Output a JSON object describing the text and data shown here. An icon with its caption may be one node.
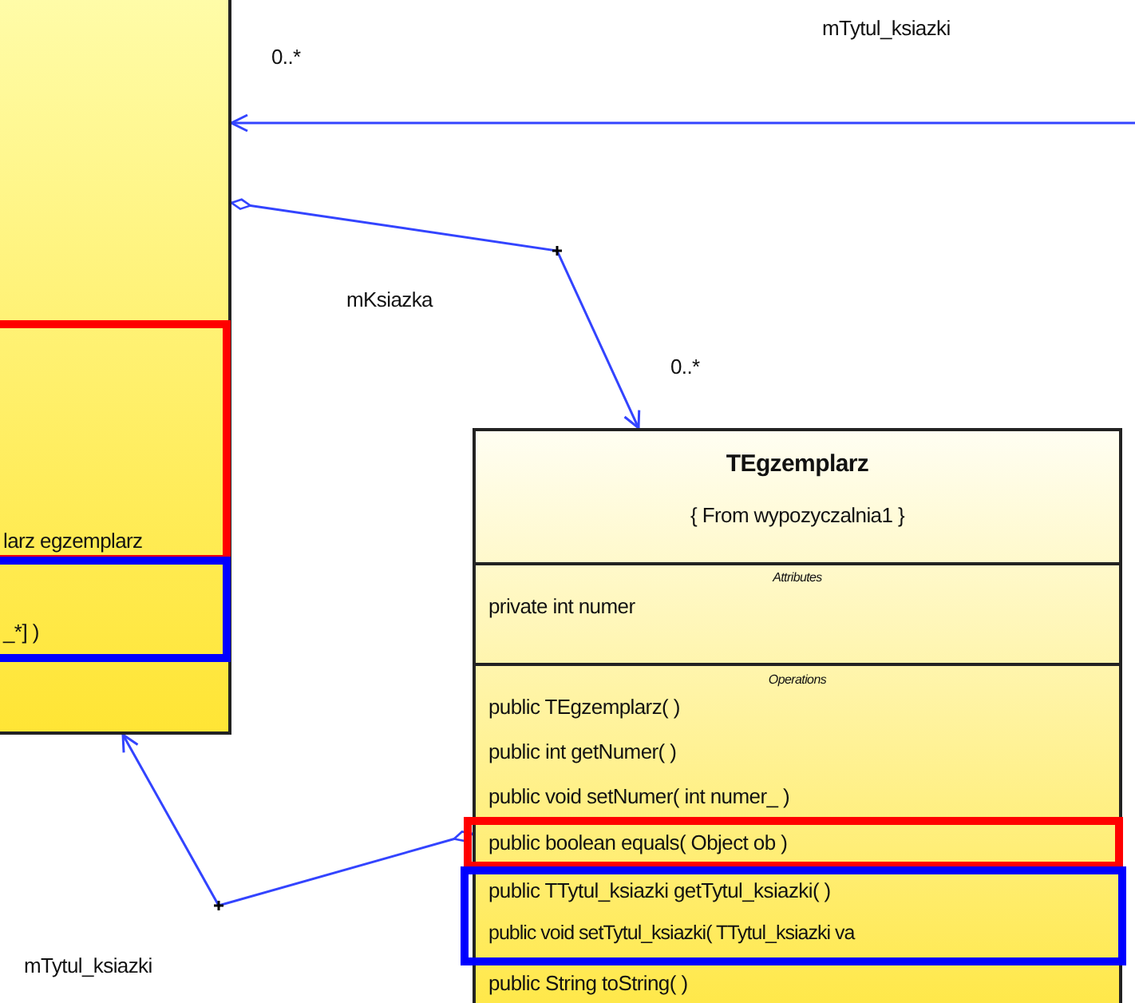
{
  "diagram": {
    "nodes": [
      {
        "text": [
          "larz egzemplarz",
          "_*] )"
        ]
      },
      {
        "text": [
          "TEgzemplarz",
          "{ From wypozyczalnia1 }",
          "Attributes",
          "private int numer",
          "Operations",
          "public TEgzemplarz( )",
          "public int  getNumer( )",
          "public void  setNumer( int numer_ )",
          "public boolean  equals( Object ob )",
          "public TTytul_ksiazki  getTytul_ksiazki( )",
          "public void  setTytul_ksiazki( TTytul_ksiazki va",
          "public String  toString( )"
        ]
      }
    ],
    "edges": [
      {
        "from": null,
        "to": 0,
        "arrow": "to"
      },
      {
        "from": 0,
        "to": 1,
        "arrow": "to"
      },
      {
        "from": 1,
        "to": 0,
        "arrow": "to"
      }
    ],
    "labels": [
      "mTytul_ksiazki",
      "0..*",
      "mKsiazka",
      "0..*",
      "mTytul_ksiazki"
    ]
  }
}
